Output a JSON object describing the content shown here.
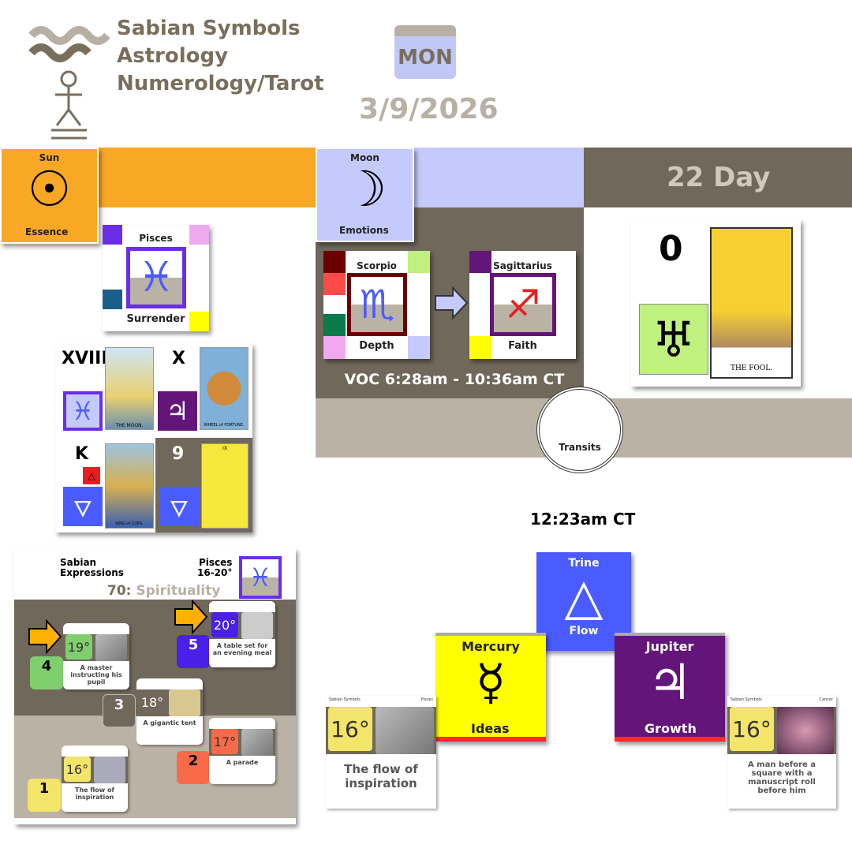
{
  "header": {
    "line1": "Sabian Symbols",
    "line2": "Astrology",
    "line3": "Numerology/Tarot",
    "weekday": "MON",
    "date": "3/9/2026"
  },
  "sun": {
    "label": "Sun",
    "symbol": "☉",
    "caption": "Essence"
  },
  "moon": {
    "label": "Moon",
    "symbol": "☽",
    "caption": "Emotions"
  },
  "day": {
    "label": "22 Day"
  },
  "sun_sign": {
    "sign": "Pisces",
    "symbol": "♓",
    "keyword": "Surrender"
  },
  "tarot": [
    {
      "numeral": "XVIII",
      "card": "THE MOON.",
      "symbol": "♓"
    },
    {
      "numeral": "X",
      "card": "WHEEL of FORTUNE.",
      "symbol": "♃"
    },
    {
      "numeral": "K",
      "card": "KING of CUPS.",
      "symbol": "🜄"
    },
    {
      "numeral": "9",
      "card": "IX",
      "symbol": "🜄"
    }
  ],
  "moon_signs": {
    "from": {
      "sign": "Scorpio",
      "symbol": "♏",
      "keyword": "Depth"
    },
    "to": {
      "sign": "Sagittarius",
      "symbol": "♐",
      "keyword": "Faith"
    },
    "voc": "VOC 6:28am - 10:36am CT"
  },
  "day_card": {
    "number": "0",
    "symbol": "♅",
    "card": "THE FOOL."
  },
  "transits": {
    "label": "Transits",
    "time": "12:23am CT",
    "aspect": {
      "label": "Trine",
      "symbol": "△",
      "caption": "Flow",
      "color": "#4a5cff"
    },
    "planet1": {
      "label": "Mercury",
      "symbol": "☿",
      "caption": "Ideas",
      "color": "#ffff00"
    },
    "planet2": {
      "label": "Jupiter",
      "symbol": "♃",
      "caption": "Growth",
      "color": "#64157a"
    },
    "card1": {
      "brand": "Sabian Symbols",
      "sign": "Pisces",
      "degree": "16°",
      "text": "The flow of inspiration"
    },
    "card2": {
      "brand": "Sabian Symbols",
      "sign": "Cancer",
      "degree": "16°",
      "text": "A man before a square with a manuscript roll before him"
    }
  },
  "expressions": {
    "title1": "Sabian",
    "title2": "Expressions",
    "sign": "Pisces",
    "range": "16-20°",
    "number": "70:",
    "theme": "Spirituality",
    "cards": [
      {
        "num": "1",
        "degree": "16°",
        "text": "The flow of inspiration",
        "color": "#f3e46a"
      },
      {
        "num": "2",
        "degree": "17°",
        "text": "A parade",
        "color": "#f86a4a"
      },
      {
        "num": "3",
        "degree": "18°",
        "text": "A gigantic tent",
        "color": "#70685a"
      },
      {
        "num": "4",
        "degree": "19°",
        "text": "A master instructing his pupil",
        "color": "#7fcf6f"
      },
      {
        "num": "5",
        "degree": "20°",
        "text": "A table set for an evening meal",
        "color": "#4a1fe8"
      }
    ]
  }
}
